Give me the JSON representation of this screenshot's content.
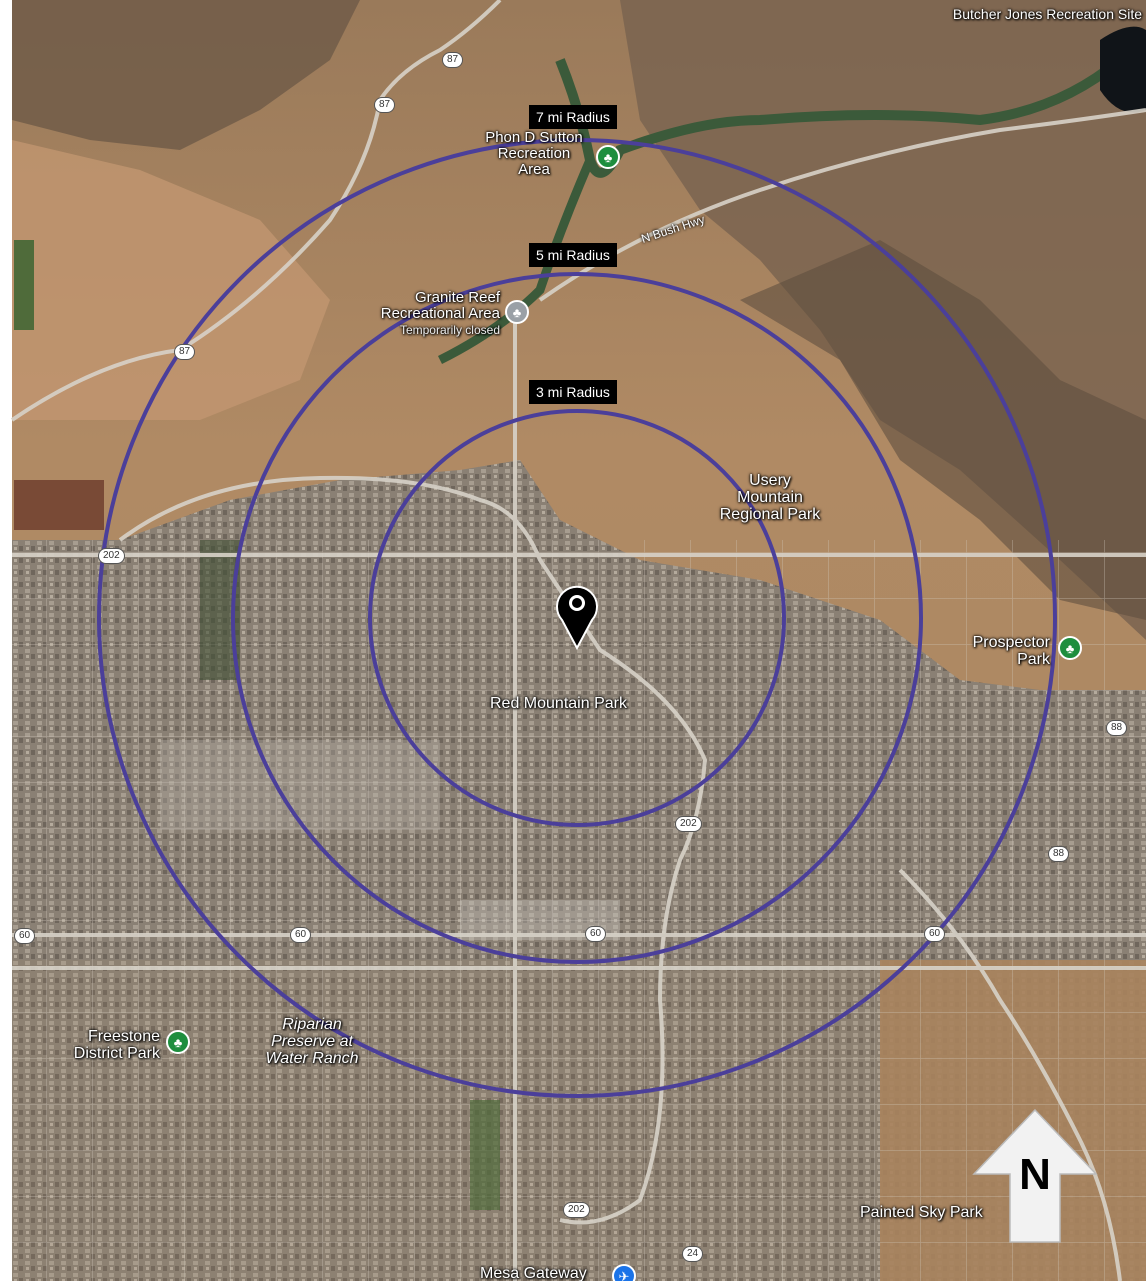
{
  "map": {
    "radius_labels": [
      "7 mi Radius",
      "5 mi Radius",
      "3 mi Radius"
    ],
    "places": {
      "butcher": "Butcher Jones Recreation Site",
      "phon_sutton": [
        "Phon D Sutton",
        "Recreation",
        "Area"
      ],
      "granite_reef": [
        "Granite Reef",
        "Recreational Area"
      ],
      "granite_reef_status": "Temporarily closed",
      "usery": [
        "Usery",
        "Mountain",
        "Regional Park"
      ],
      "prospector": [
        "Prospector",
        "Park"
      ],
      "red_mountain": "Red Mountain Park",
      "freestone": [
        "Freestone",
        "District Park"
      ],
      "riparian": [
        "Riparian",
        "Preserve at",
        "Water Ranch"
      ],
      "painted_sky": "Painted Sky Park",
      "mesa_gateway": "Mesa Gateway"
    },
    "road_name": "N Bush Hwy",
    "route_shields": {
      "r87a": "87",
      "r87b": "87",
      "r87c": "87",
      "r202a": "202",
      "r202b": "202",
      "r202c": "202",
      "r60a": "60",
      "r60b": "60",
      "r60c": "60",
      "r60d": "60",
      "r88a": "88",
      "r88b": "88",
      "r24": "24"
    },
    "north_label": "N",
    "icons": {
      "park": "tree-icon",
      "closed": "tree-icon",
      "airport": "airplane-icon",
      "center": "location-pin-icon"
    },
    "colors": {
      "ring": "#4b3f9a",
      "park_icon": "#1e8e3e",
      "closed_icon": "#9aa0a6",
      "airport_icon": "#1a73e8"
    }
  }
}
